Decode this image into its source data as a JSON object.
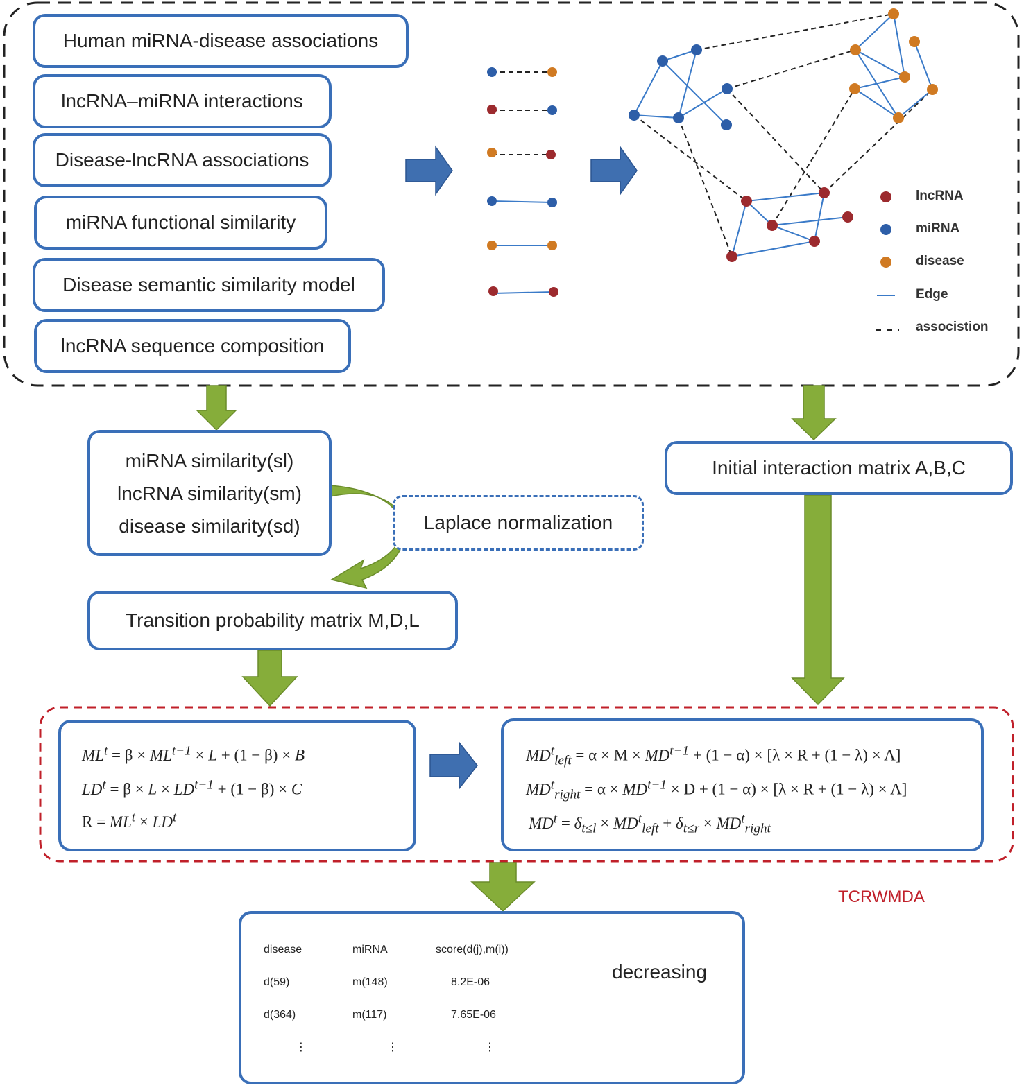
{
  "inputs": [
    "Human miRNA-disease associations",
    "lncRNA–miRNA interactions",
    "Disease-lncRNA associations",
    "miRNA functional similarity",
    "Disease semantic similarity model",
    "lncRNA sequence composition"
  ],
  "legend": {
    "lncrna": "lncRNA",
    "mirna": "miRNA",
    "disease": "disease",
    "edge": "Edge",
    "association": "associstion"
  },
  "similarity": {
    "line1": "miRNA similarity(sl)",
    "line2": "lncRNA similarity(sm)",
    "line3": "disease similarity(sd)"
  },
  "laplace": "Laplace normalization",
  "initial_matrix": "Initial interaction matrix A,B,C",
  "transition": "Transition probability matrix M,D,L",
  "model_name": "TCRWMDA",
  "output_table": {
    "headers": [
      "disease",
      "miRNA",
      "score(d(j),m(i))"
    ],
    "rows": [
      [
        "d(59)",
        "m(148)",
        "8.2E-06"
      ],
      [
        "d(364)",
        "m(117)",
        "7.65E-06"
      ],
      [
        "⋮",
        "⋮",
        "⋮"
      ]
    ],
    "order_label": "decreasing"
  },
  "colors": {
    "box_border": "#3a6fb8",
    "blue_arrow": "#3f6fb0",
    "green_arrow": "#86ad3a",
    "lncrna_node": "#9c2a2e",
    "mirna_node": "#2d5ea8",
    "disease_node": "#d07a22",
    "red_dash": "#c0202a"
  }
}
